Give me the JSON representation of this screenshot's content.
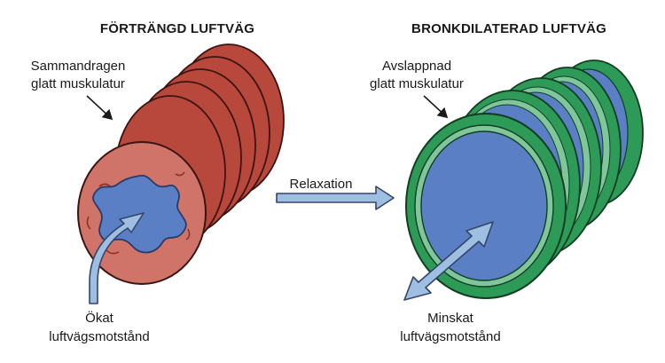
{
  "left_panel": {
    "title": "FÖRTRÄNGD LUFTVÄG",
    "muscle_label_line1": "Sammandragen",
    "muscle_label_line2": "glatt muskulatur",
    "resistance_label_line1": "Ökat",
    "resistance_label_line2": "luftvägsmotstånd"
  },
  "middle": {
    "arrow_label": "Relaxation"
  },
  "right_panel": {
    "title": "BRONKDILATERAD LUFTVÄG",
    "muscle_label_line1": "Avslappnad",
    "muscle_label_line2": "glatt muskulatur",
    "resistance_label_line1": "Minskat",
    "resistance_label_line2": "luftvägsmotstånd"
  },
  "colors": {
    "constricted_ring": "#b8473c",
    "constricted_face": "#d0746a",
    "lumen_blue": "#5b7fc4",
    "dilated_ring": "#2e9a57",
    "dilated_inner_band": "#7fc79a",
    "arrow_fill": "#9fbfe2",
    "arrow_stroke": "#33466b"
  }
}
